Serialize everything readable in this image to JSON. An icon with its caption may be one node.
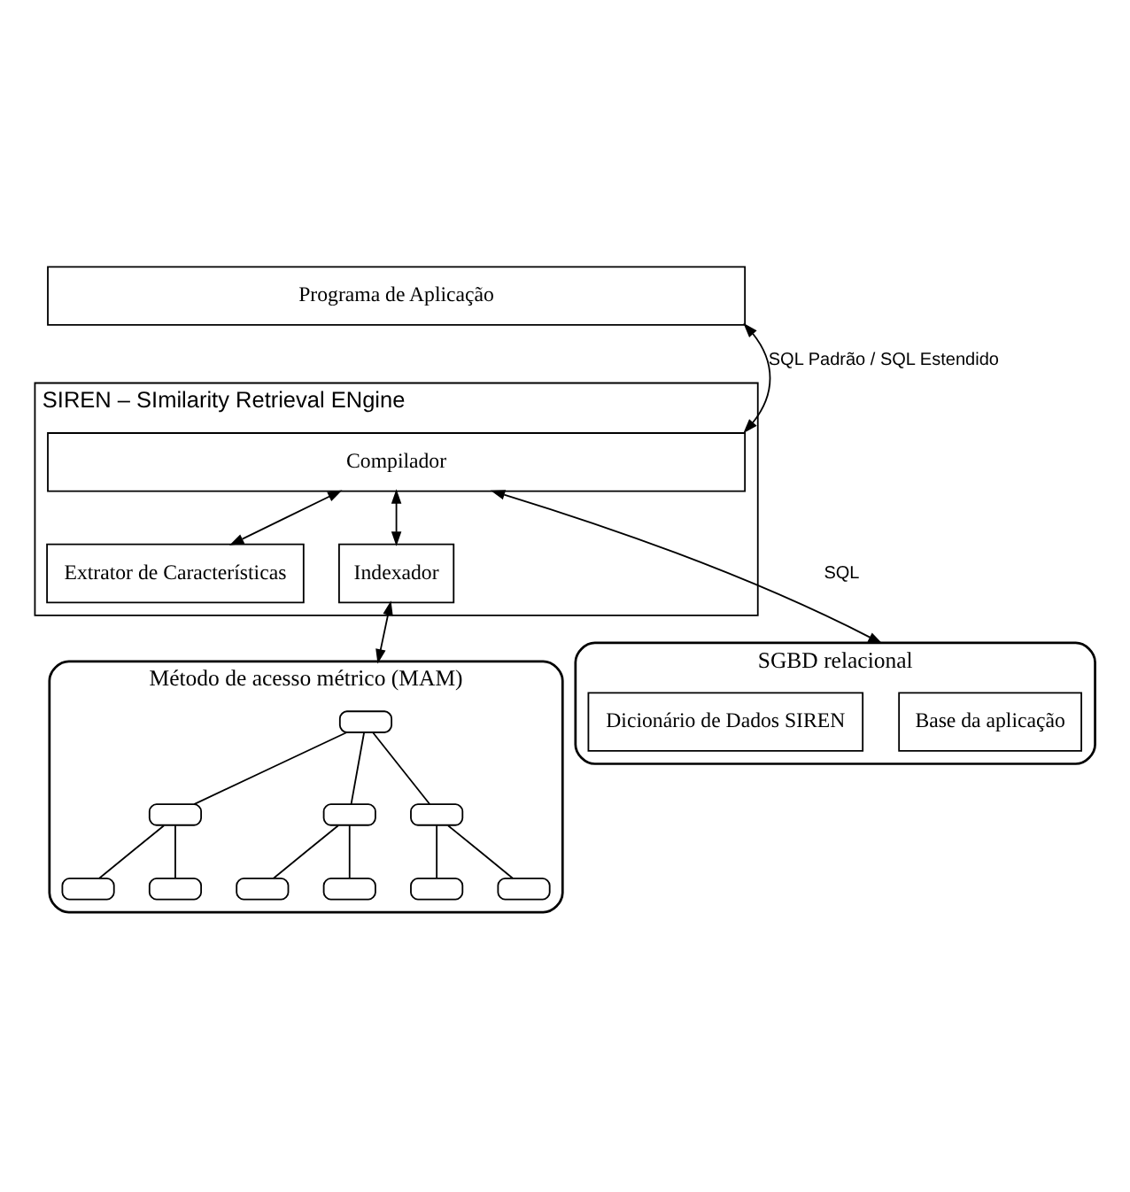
{
  "diagram": {
    "nodes": [
      {
        "text": [
          "Programa de Aplicação"
        ]
      },
      {
        "text": [
          "SIREN – SImilarity Retrieval ENgine"
        ]
      },
      {
        "text": [
          "Compilador"
        ],
        "in": 1
      },
      {
        "text": [
          "Extrator de Características"
        ],
        "in": 1
      },
      {
        "text": [
          "Indexador"
        ],
        "in": 1
      },
      {
        "text": [
          "SGBD relacional"
        ]
      },
      {
        "text": [
          "Base da aplicação"
        ],
        "in": 5
      },
      {
        "text": [
          "Dicionário de Dados SIREN"
        ],
        "in": 5
      },
      {
        "text": [
          "Método de acesso métrico (MAM)"
        ]
      },
      {
        "text": [],
        "shape": "box",
        "in": 8
      },
      {
        "text": [],
        "shape": "box",
        "in": 8
      },
      {
        "text": [],
        "shape": "box",
        "in": 8
      },
      {
        "text": [],
        "shape": "box",
        "in": 8
      },
      {
        "text": [],
        "shape": "box",
        "in": 8
      },
      {
        "text": [],
        "shape": "box",
        "in": 8
      },
      {
        "text": [],
        "shape": "box",
        "in": 8
      },
      {
        "text": [],
        "shape": "box",
        "in": 8
      },
      {
        "text": [],
        "shape": "box",
        "in": 8
      },
      {
        "text": [],
        "shape": "box",
        "in": 8
      }
    ],
    "edges": [
      {
        "from": 0,
        "to": 2,
        "arrow": "both",
        "label": "SQL Padrão / SQL Estendido"
      },
      {
        "from": 2,
        "to": 5,
        "arrow": "both",
        "label": "SQL"
      },
      {
        "from": 2,
        "to": 3,
        "arrow": "both"
      },
      {
        "from": 2,
        "to": 4,
        "arrow": "both"
      },
      {
        "from": 4,
        "to": 8,
        "arrow": "both"
      },
      {
        "from": 9,
        "to": 10,
        "arrow": "none"
      },
      {
        "from": 9,
        "to": 11,
        "arrow": "none"
      },
      {
        "from": 9,
        "to": 12,
        "arrow": "none"
      },
      {
        "from": 10,
        "to": 13,
        "arrow": "none"
      },
      {
        "from": 10,
        "to": 14,
        "arrow": "none"
      },
      {
        "from": 11,
        "to": 15,
        "arrow": "none"
      },
      {
        "from": 11,
        "to": 16,
        "arrow": "none"
      },
      {
        "from": 12,
        "to": 17,
        "arrow": "none"
      },
      {
        "from": 12,
        "to": 18,
        "arrow": "none"
      }
    ]
  }
}
